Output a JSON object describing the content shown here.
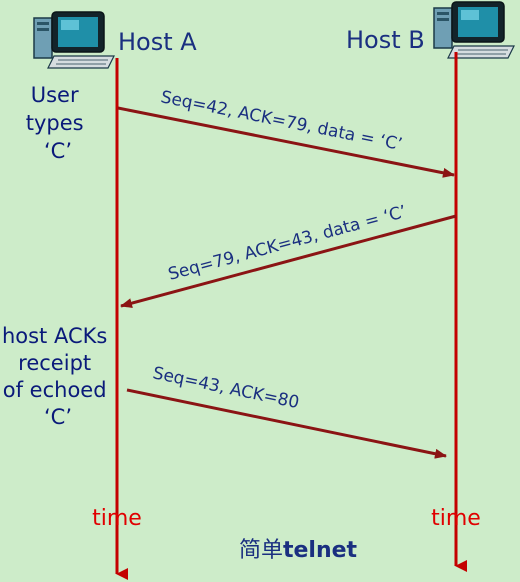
{
  "hosts": {
    "a": {
      "label": "Host A"
    },
    "b": {
      "label": "Host B"
    }
  },
  "notes": {
    "user_types": [
      "User",
      "types",
      "‘C’"
    ],
    "host_acks": [
      "host ACKs",
      "receipt",
      "of echoed",
      "‘C’"
    ]
  },
  "messages": [
    {
      "label": "Seq=42, ACK=79, data = ‘C’"
    },
    {
      "label": "Seq=79, ACK=43, data = ‘C’"
    },
    {
      "label": "Seq=43, ACK=80"
    }
  ],
  "time_label": "time",
  "caption": {
    "cjk": "简单",
    "latin": "telnet"
  },
  "colors": {
    "background": "#cdecc9",
    "timeline": "#c40000",
    "arrow": "#8b1414",
    "label": "#1a2f80",
    "time": "#e00000"
  }
}
